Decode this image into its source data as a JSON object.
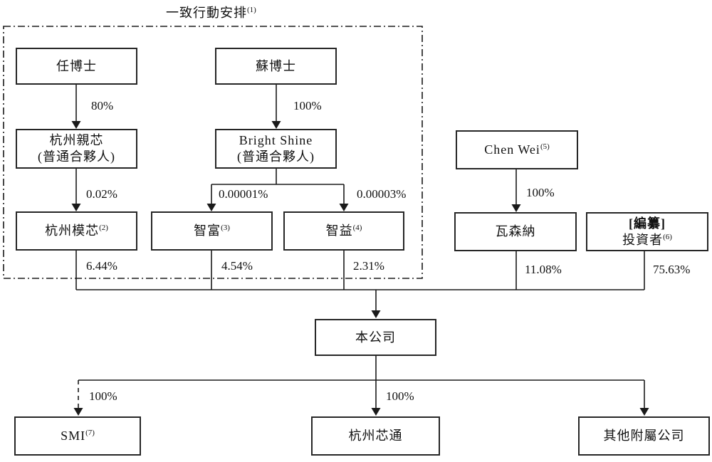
{
  "title": {
    "text": "一致行動安排",
    "sup": "(1)"
  },
  "boxes": {
    "ren": {
      "label": "任博士"
    },
    "su": {
      "label": "蘇博士"
    },
    "qinxin": {
      "line1": "杭州親芯",
      "line2": "(普通合夥人)"
    },
    "brightshine": {
      "line1": "Bright Shine",
      "line2": "(普通合夥人)"
    },
    "moxin": {
      "label": "杭州模芯",
      "sup": "(2)"
    },
    "zhifu": {
      "label": "智富",
      "sup": "(3)"
    },
    "zhiyi": {
      "label": "智益",
      "sup": "(4)"
    },
    "chenwei": {
      "label": "Chen Wei",
      "sup": "(5)"
    },
    "wasenna": {
      "label": "瓦森納"
    },
    "investors": {
      "line1": "[編纂]",
      "line2": "投資者",
      "sup": "(6)"
    },
    "company": {
      "label": "本公司"
    },
    "smi": {
      "label": "SMI",
      "sup": "(7)"
    },
    "xintong": {
      "label": "杭州芯通"
    },
    "othersubs": {
      "label": "其他附屬公司"
    }
  },
  "percentages": {
    "ren_to_qinxin": "80%",
    "su_to_brightshine": "100%",
    "qinxin_to_moxin": "0.02%",
    "brightshine_to_zhifu": "0.00001%",
    "brightshine_to_zhiyi": "0.00003%",
    "moxin_to_company": "6.44%",
    "zhifu_to_company": "4.54%",
    "zhiyi_to_company": "2.31%",
    "chenwei_to_wasenna": "100%",
    "wasenna_to_company": "11.08%",
    "investors_to_company": "75.63%",
    "company_to_smi": "100%",
    "company_to_xintong": "100%"
  },
  "colors": {
    "line": "#1a1a1a",
    "background": "#ffffff",
    "text": "#111111"
  }
}
